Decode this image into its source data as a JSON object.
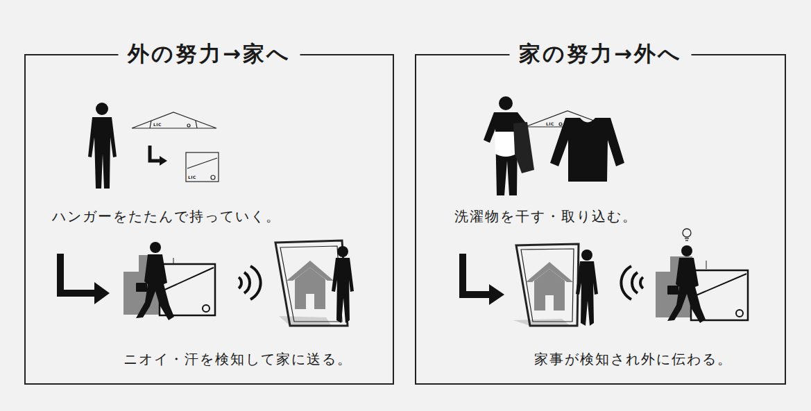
{
  "diagram": {
    "nodes": [
      {
        "text": [
          "外の努力→家へ"
        ]
      },
      {
        "text": [
          "家の努力→外へ"
        ]
      }
    ],
    "labels": [
      "LIC",
      "LIC",
      "ハンガーをたたんで持っていく。",
      "ニオイ・汗を検知して家に送る。",
      "LIC",
      "洗濯物を干す・取り込む。",
      "家事が検知され外に伝わる。"
    ]
  }
}
